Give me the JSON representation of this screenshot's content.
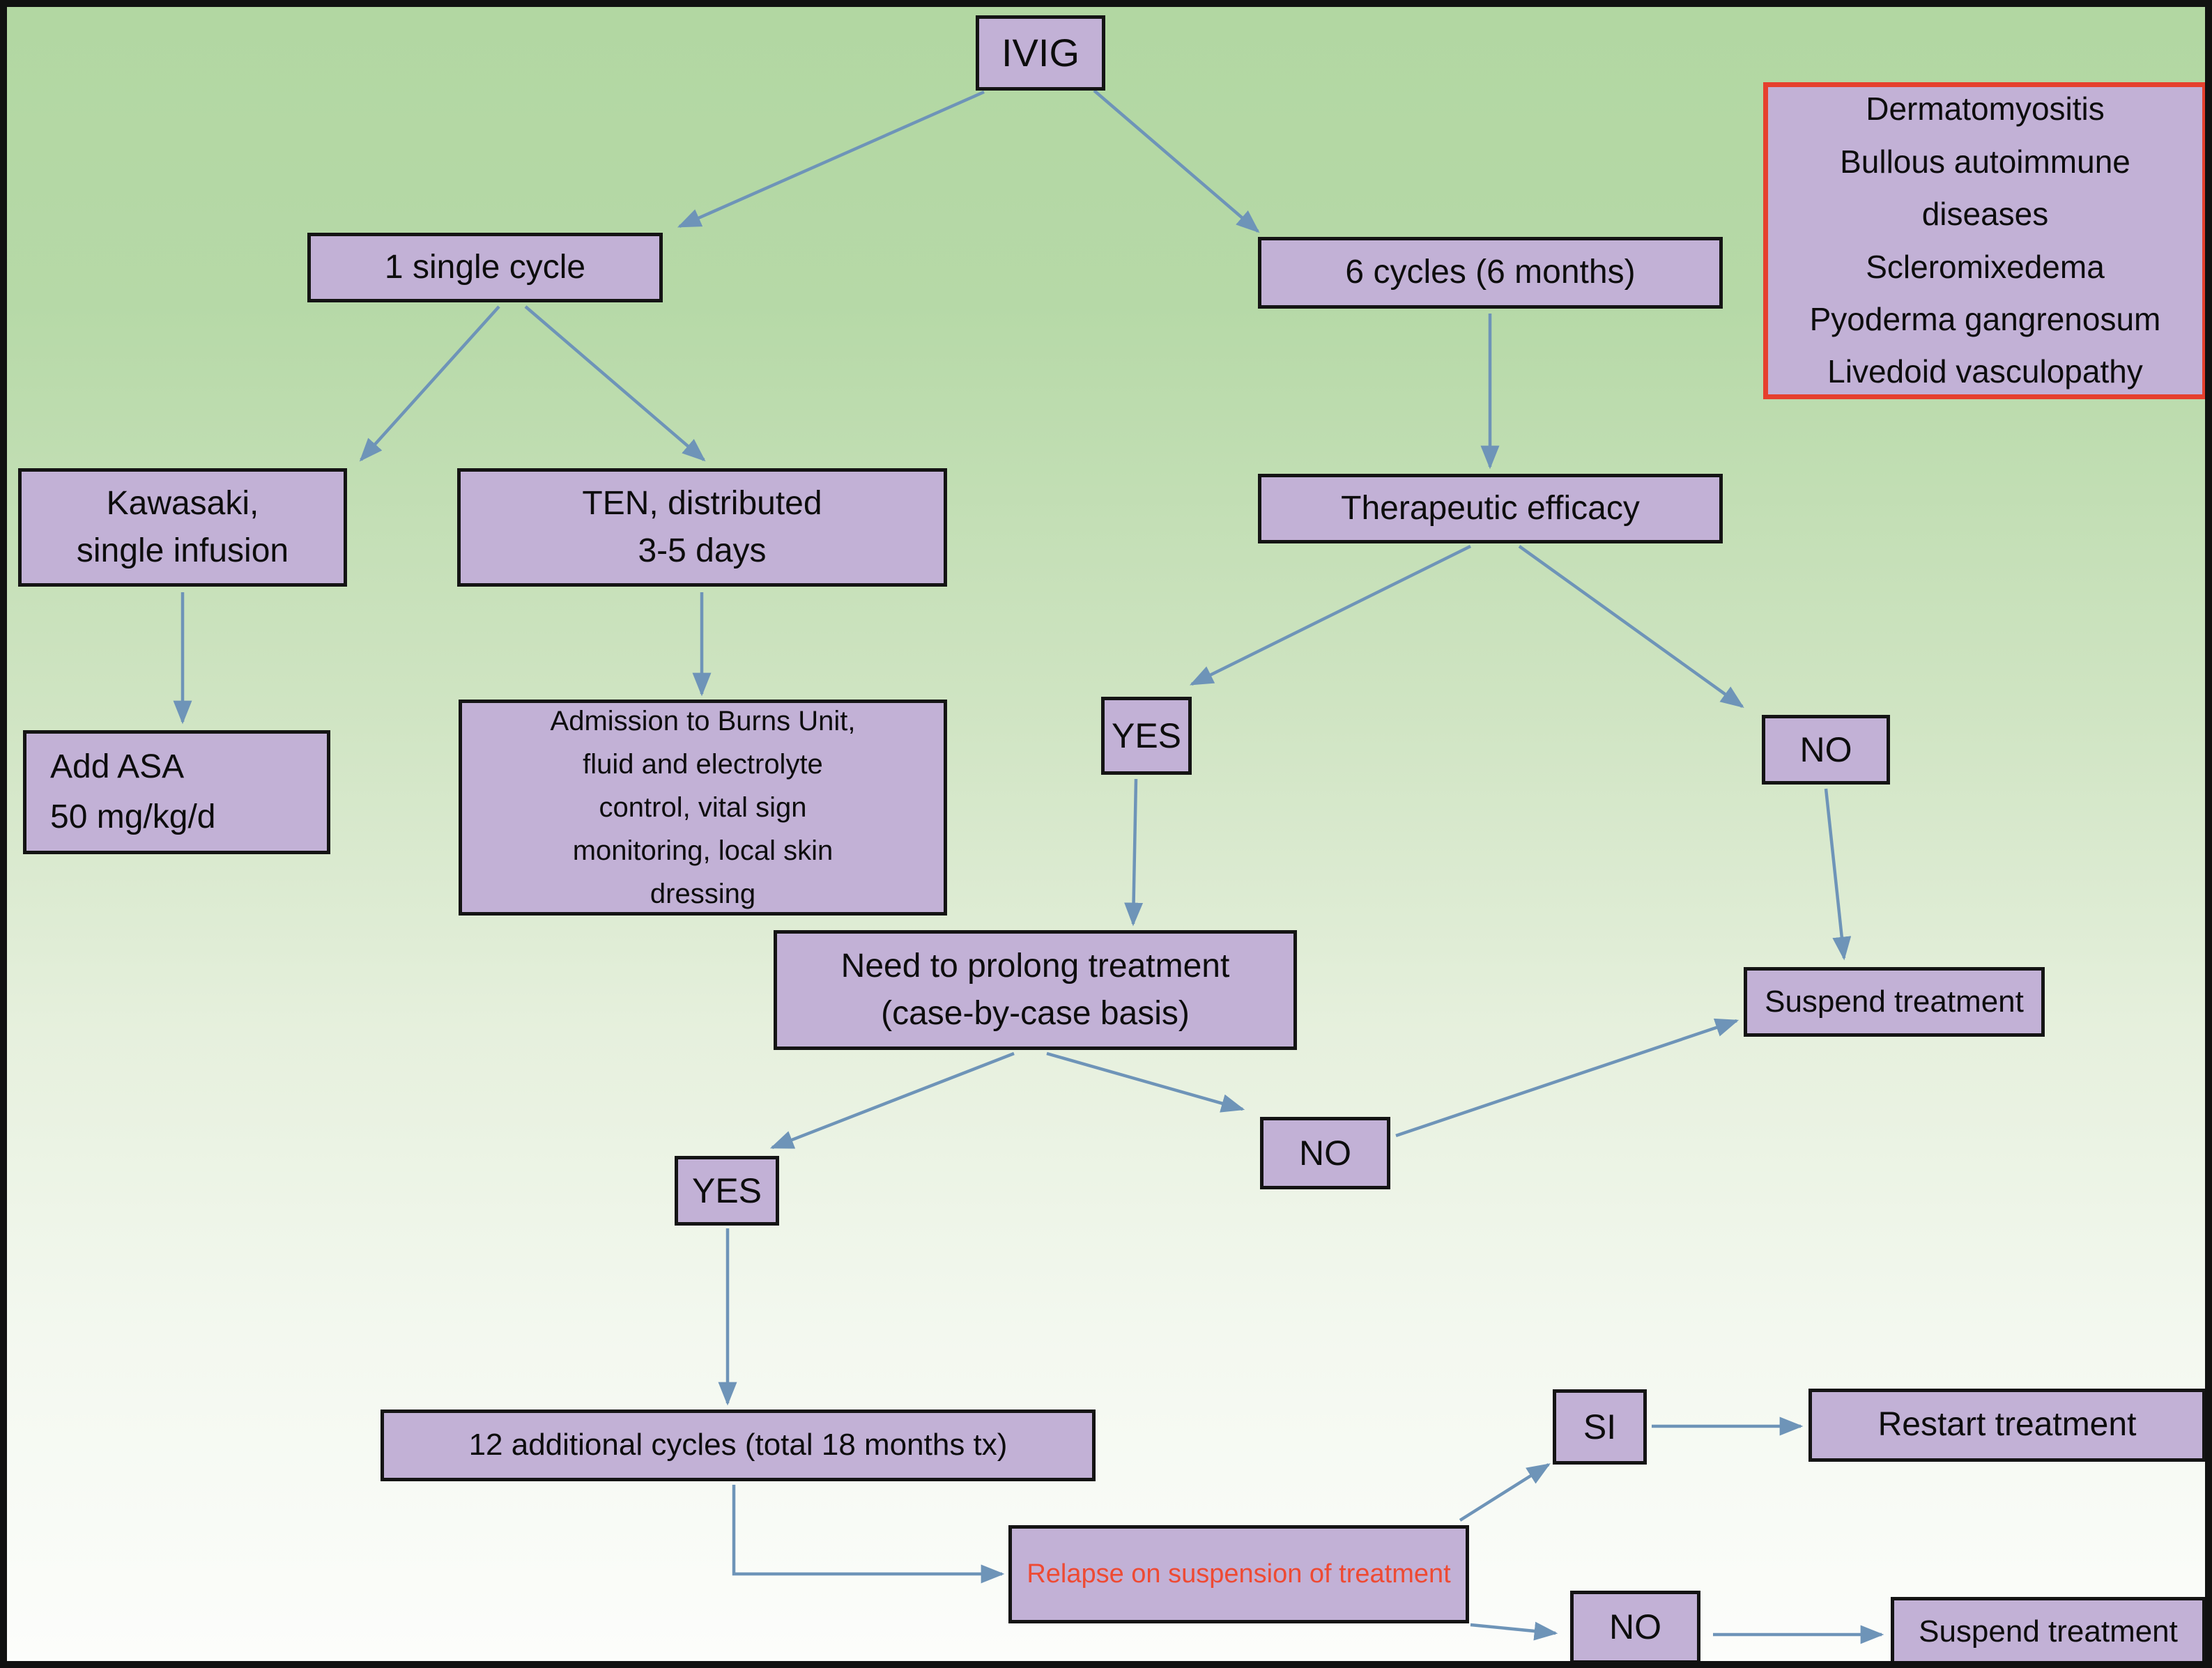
{
  "colors": {
    "background_top": "#b2d7a2",
    "background_bottom": "#fcfdfb",
    "box_fill": "#c2b1d6",
    "box_border": "#141414",
    "arrow": "#6e94b8",
    "indication_box_border": "#e6402e",
    "relapse_text": "#ee4a33",
    "text": "#0d0d0d"
  },
  "nodes": {
    "ivig": {
      "label": "IVIG"
    },
    "single_cycle": {
      "label": "1 single cycle"
    },
    "six_cycles": {
      "label": "6 cycles (6 months)"
    },
    "indications": {
      "label": "Dermatomyositis\nBullous autoimmune\ndiseases\nScleromixedema\nPyoderma gangrenosum\nLivedoid vasculopathy"
    },
    "kawasaki": {
      "label": "Kawasaki,\nsingle infusion"
    },
    "ten": {
      "label": "TEN, distributed\n3-5 days"
    },
    "add_asa": {
      "label": "Add ASA\n50 mg/kg/d"
    },
    "admission": {
      "label": "Admission to Burns Unit,\nfluid and electrolyte\ncontrol, vital sign\nmonitoring, local skin\ndressing"
    },
    "therapeutic_efficacy": {
      "label": "Therapeutic efficacy"
    },
    "yes_right": {
      "label": "YES"
    },
    "no_right": {
      "label": "NO"
    },
    "need_prolong": {
      "label": "Need to prolong treatment\n(case-by-case basis)"
    },
    "suspend_right": {
      "label": "Suspend treatment"
    },
    "no_mid": {
      "label": "NO"
    },
    "yes_bottom": {
      "label": "YES"
    },
    "twelve_cycles": {
      "label": "12 additional cycles (total 18 months tx)"
    },
    "relapse": {
      "label": "Relapse on suspension of treatment"
    },
    "si": {
      "label": "SI"
    },
    "restart": {
      "label": "Restart treatment"
    },
    "no_bottom": {
      "label": "NO"
    },
    "suspend_bottom": {
      "label": "Suspend treatment"
    }
  },
  "edges": [
    {
      "from": "ivig",
      "to": "single_cycle"
    },
    {
      "from": "ivig",
      "to": "six_cycles"
    },
    {
      "from": "single_cycle",
      "to": "kawasaki"
    },
    {
      "from": "single_cycle",
      "to": "ten"
    },
    {
      "from": "kawasaki",
      "to": "add_asa"
    },
    {
      "from": "ten",
      "to": "admission"
    },
    {
      "from": "six_cycles",
      "to": "therapeutic_efficacy"
    },
    {
      "from": "therapeutic_efficacy",
      "to": "yes_right"
    },
    {
      "from": "therapeutic_efficacy",
      "to": "no_right"
    },
    {
      "from": "yes_right",
      "to": "need_prolong"
    },
    {
      "from": "no_right",
      "to": "suspend_right"
    },
    {
      "from": "need_prolong",
      "to": "yes_bottom"
    },
    {
      "from": "need_prolong",
      "to": "no_mid"
    },
    {
      "from": "no_mid",
      "to": "suspend_right"
    },
    {
      "from": "yes_bottom",
      "to": "twelve_cycles"
    },
    {
      "from": "twelve_cycles",
      "to": "relapse"
    },
    {
      "from": "relapse",
      "to": "si"
    },
    {
      "from": "relapse",
      "to": "no_bottom"
    },
    {
      "from": "si",
      "to": "restart"
    },
    {
      "from": "no_bottom",
      "to": "suspend_bottom"
    }
  ]
}
